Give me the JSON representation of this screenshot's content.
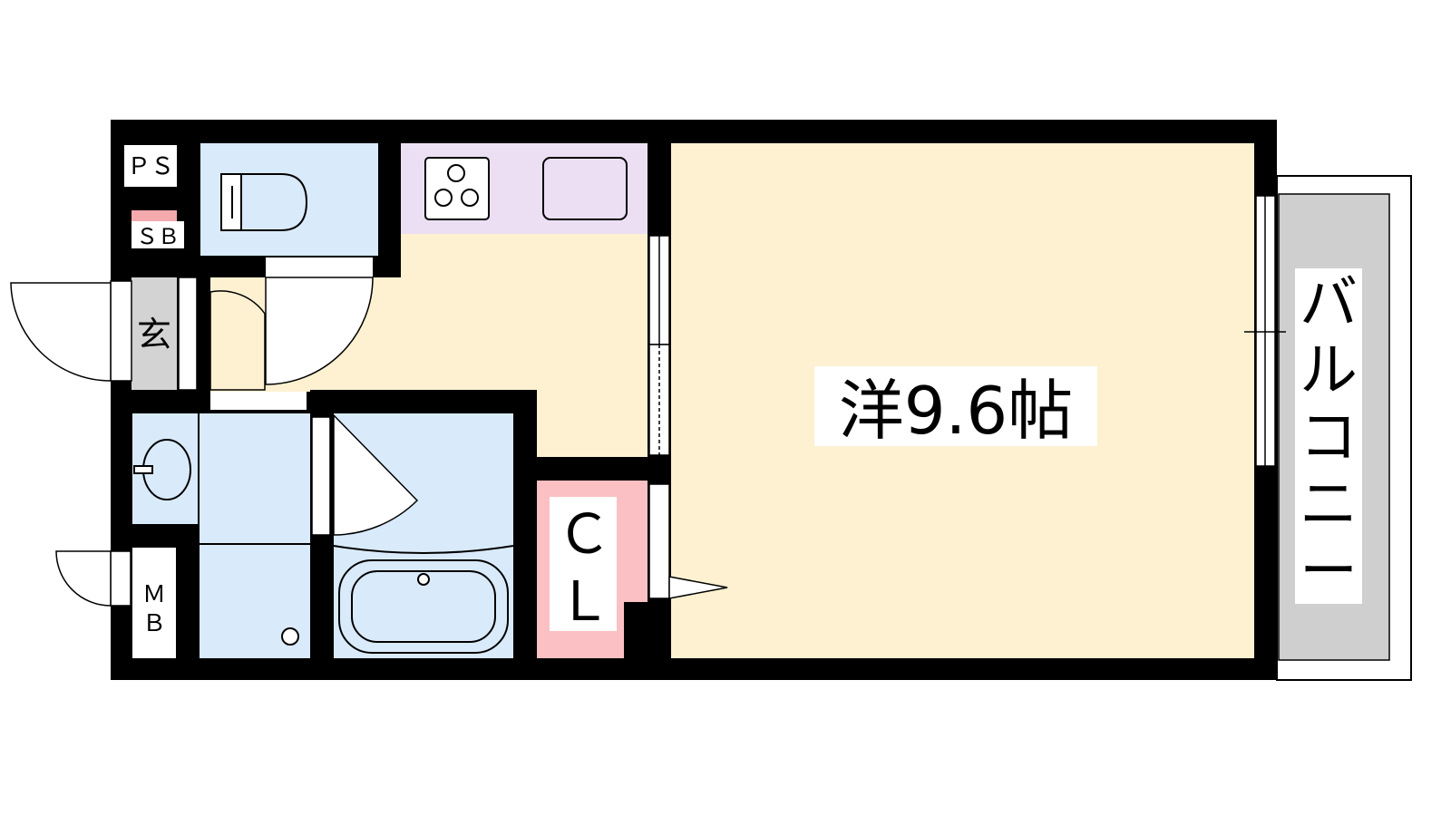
{
  "labels": {
    "ps": "ＰＳ",
    "sb": "ＳＢ",
    "genkan": "玄",
    "mb_top": "Ｍ",
    "mb_bottom": "Ｂ",
    "cl_top": "Ｃ",
    "cl_bottom": "Ｌ",
    "room": "洋9.6帖",
    "balcony": [
      "バ",
      "ル",
      "コ",
      "ニ",
      "ー"
    ]
  },
  "colors": {
    "wall": "#000000",
    "room_floor": "#fdf1d1",
    "kitchen_counter": "#ecdff4",
    "wet_area": "#d9eafb",
    "closet": "#fbc0c3",
    "sb_band": "#f4a9ad",
    "genkan_floor": "#d3d3d3",
    "balcony_floor": "#cfcfcf",
    "label_bg": "#ffffff"
  },
  "icons": [
    "stove-icon",
    "sink-icon",
    "toilet-icon",
    "washbasin-icon",
    "bathtub-icon",
    "drain-icon"
  ]
}
